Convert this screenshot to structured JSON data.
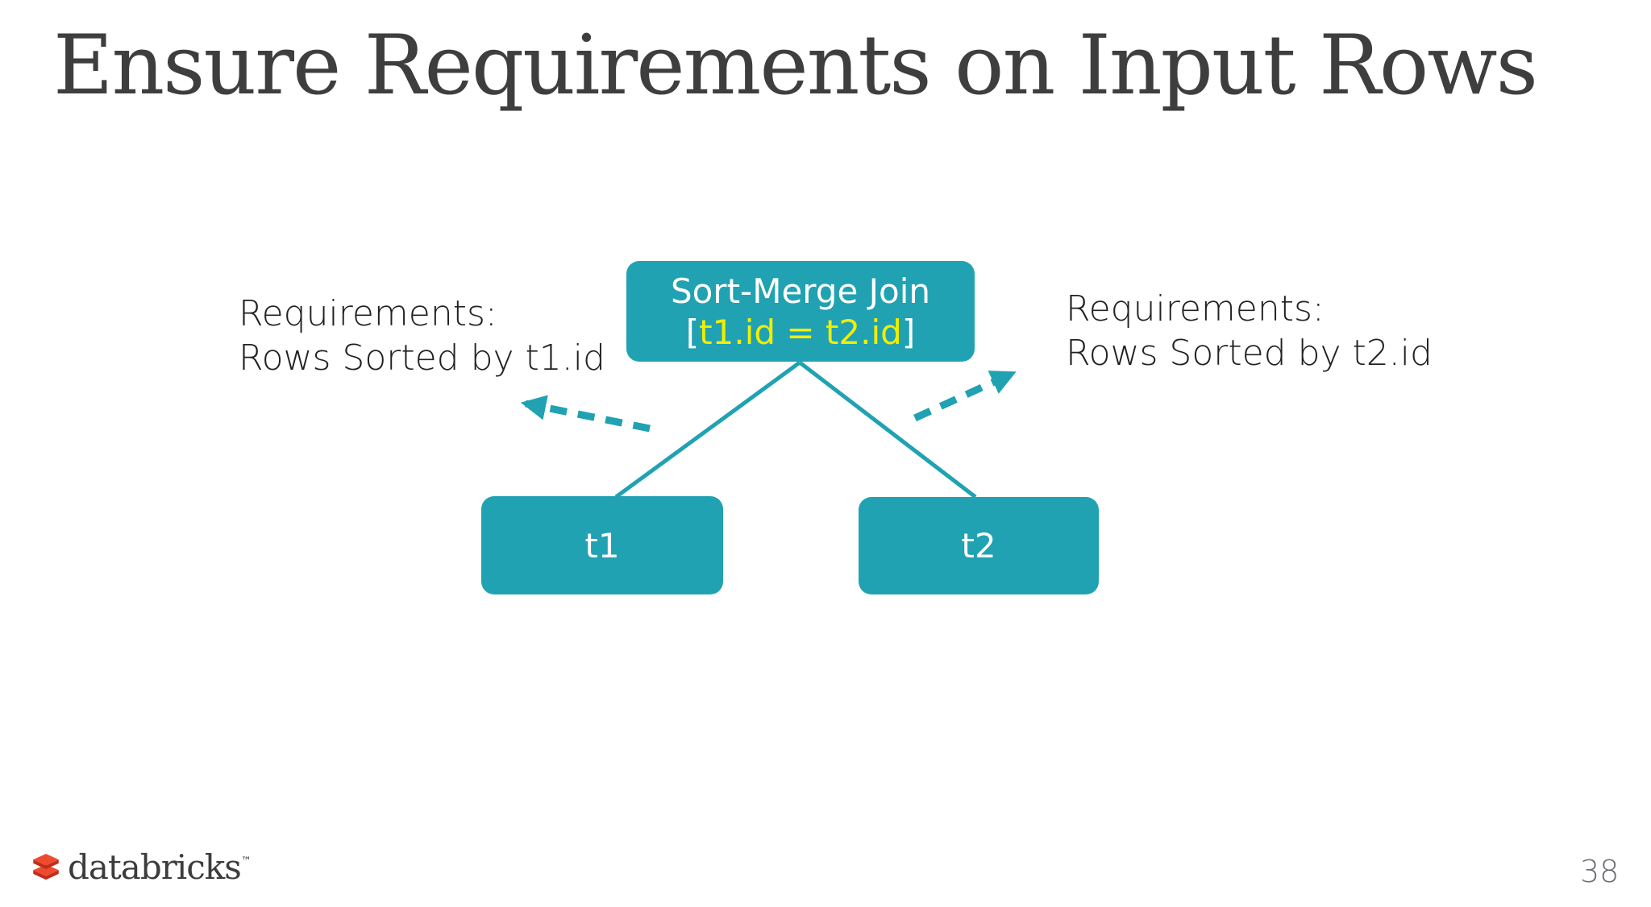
{
  "slide": {
    "title": "Ensure Requirements on Input Rows",
    "page_number": "38"
  },
  "diagram": {
    "join_node": {
      "line1": "Sort-Merge Join",
      "bracket_open": "[",
      "condition": "t1.id = t2.id",
      "bracket_close": "]"
    },
    "left_table": {
      "label": "t1"
    },
    "right_table": {
      "label": "t2"
    },
    "left_requirement": {
      "line1": "Requirements:",
      "line2": "Rows Sorted by t1.id"
    },
    "right_requirement": {
      "line1": "Requirements:",
      "line2": "Rows Sorted by t2.id"
    }
  },
  "footer": {
    "logo_text": "databricks",
    "trademark": "™"
  },
  "colors": {
    "teal": "#20A2B2",
    "yellow": "#F1EE00",
    "title-text": "#3E3E3E",
    "body-text": "#212121",
    "node-text": "#FFFFFF",
    "page-number": "#6A6A72",
    "logo-red": "#EE4A2D",
    "logo-red-dark": "#C22D1C",
    "logo-text": "#3C3C3C",
    "background": "#FFFFFF"
  }
}
